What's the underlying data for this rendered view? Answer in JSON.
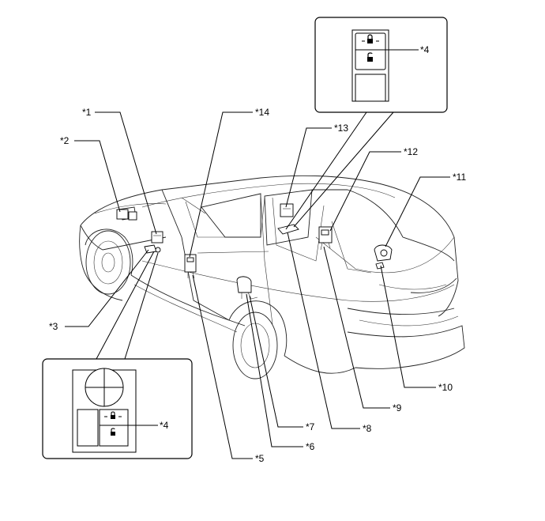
{
  "callouts": {
    "c1": "*1",
    "c2": "*2",
    "c3": "*3",
    "c4_top": "*4",
    "c4_bottom": "*4",
    "c5": "*5",
    "c6": "*6",
    "c7": "*7",
    "c8": "*8",
    "c9": "*9",
    "c10": "*10",
    "c11": "*11",
    "c12": "*12",
    "c13": "*13",
    "c14": "*14"
  },
  "icons": {
    "lock": "lock-icon",
    "unlock": "unlock-icon"
  },
  "colors": {
    "line": "#000000",
    "background": "#ffffff"
  }
}
